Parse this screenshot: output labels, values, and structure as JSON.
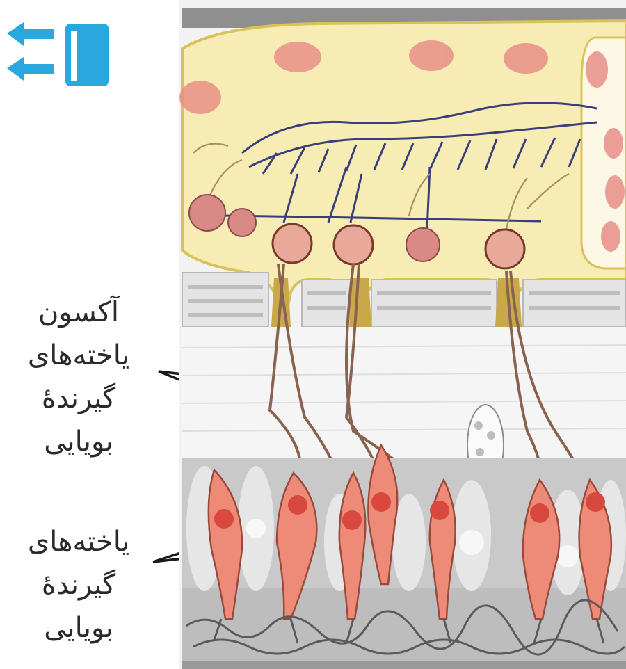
{
  "nav": {
    "back_icon": "book-back-arrows-icon",
    "icon_color": "#29a8e0"
  },
  "labels": {
    "axon": {
      "line1": "آکسون",
      "line2": "یاخته‌های",
      "line3": "گیرندهٔ",
      "line4": "بویایی"
    },
    "receptor_cells": {
      "line1": "یاخته‌های",
      "line2": "گیرندهٔ",
      "line3": "بویایی"
    }
  },
  "colors": {
    "bulb": "#f6ecb4",
    "bulb_border": "#d9c25a",
    "receptor_cell": "#ee8a78",
    "nucleus": "#d8483e",
    "bone": "#e4e4e4",
    "epithelium": "#c9c9c9",
    "axon": "#8a6250",
    "dendrite": "#3a3f7a",
    "leader": "#1a1a1a"
  }
}
